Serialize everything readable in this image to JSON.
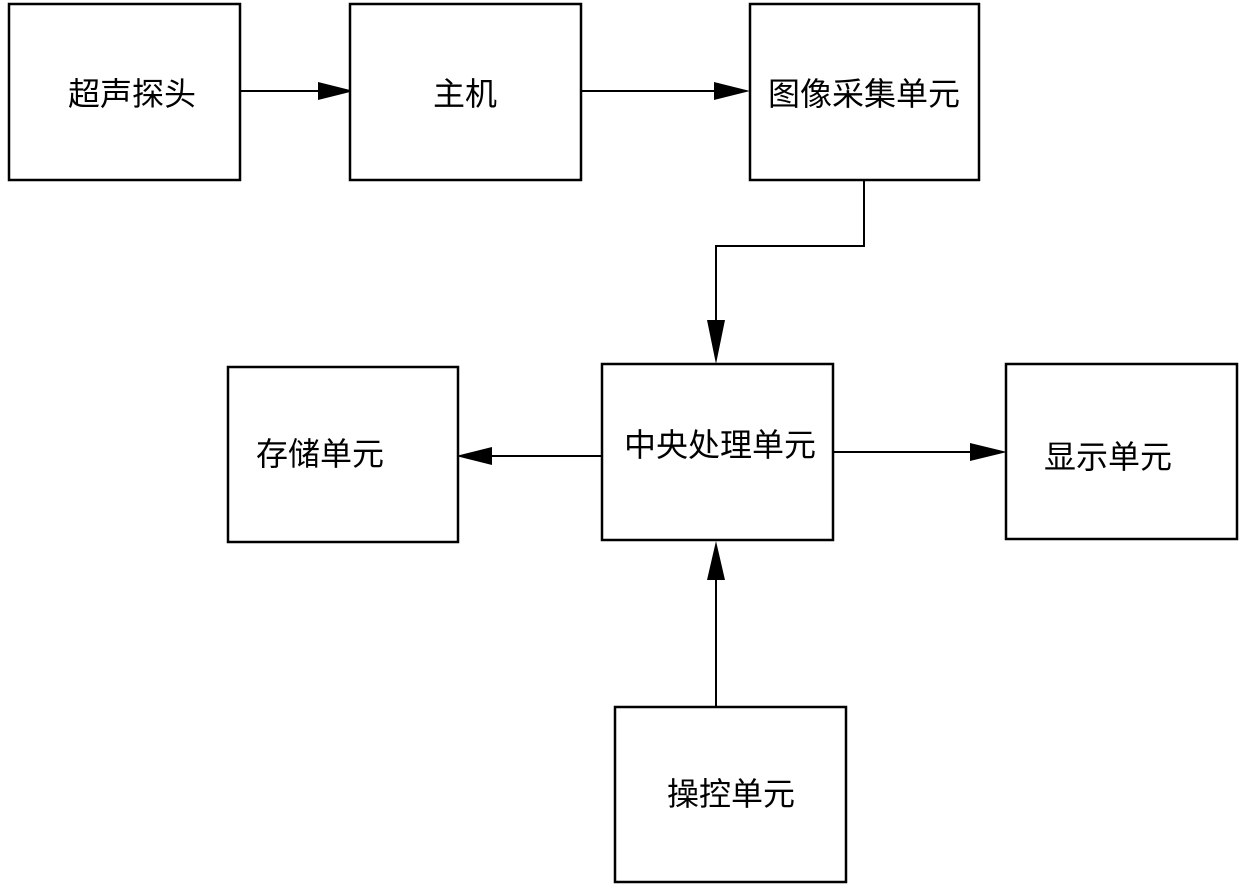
{
  "nodes": {
    "probe": {
      "label": "超声探头"
    },
    "host": {
      "label": "主机"
    },
    "capture": {
      "label": "图像采集单元"
    },
    "storage": {
      "label": "存储单元"
    },
    "cpu": {
      "label": "中央处理单元"
    },
    "display": {
      "label": "显示单元"
    },
    "control": {
      "label": "操控单元"
    }
  },
  "edges": [
    {
      "from": "probe",
      "to": "host"
    },
    {
      "from": "host",
      "to": "capture"
    },
    {
      "from": "capture",
      "to": "cpu"
    },
    {
      "from": "cpu",
      "to": "storage"
    },
    {
      "from": "cpu",
      "to": "display"
    },
    {
      "from": "control",
      "to": "cpu"
    }
  ]
}
